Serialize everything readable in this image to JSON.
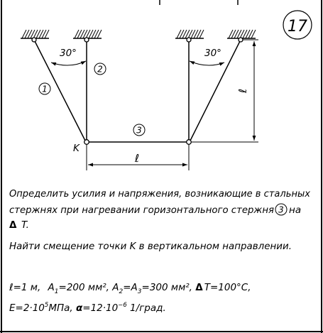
{
  "problem_number": "17",
  "diagram": {
    "angle_left": "30°",
    "angle_right": "30°",
    "rod_1": "1",
    "rod_2": "2",
    "rod_3": "3",
    "point_k": "K",
    "dim_horizontal": "ℓ",
    "dim_vertical": "ℓ"
  },
  "task": {
    "line1": "Определить усилия и напряжения, возникающие в стальных",
    "line2_before": "стержнях при нагревании горизонтального стержня",
    "line2_circled": "3",
    "line2_after": "на",
    "line3_delta": "Δ",
    "line3_text": "T.",
    "line4": "Найти смещение точки  K в вертикальном направлении."
  },
  "given": {
    "l": "ℓ=1 м,",
    "a1_pre": "A",
    "a1_sub": "1",
    "a1_post": "=200 мм², ",
    "a2_pre": "A",
    "a2_sub": "2",
    "a2_mid": "=A",
    "a3_sub": "3",
    "a3_post": "=300 мм², ",
    "dt_delta": "Δ",
    "dt_text": "T=100°C,",
    "e_pre": "E=2·10",
    "e_sup": "5",
    "e_post": "МПа, ",
    "alpha_sym": "α",
    "alpha_pre": "=12·10",
    "alpha_sup": "−6",
    "alpha_post": " 1/град."
  }
}
